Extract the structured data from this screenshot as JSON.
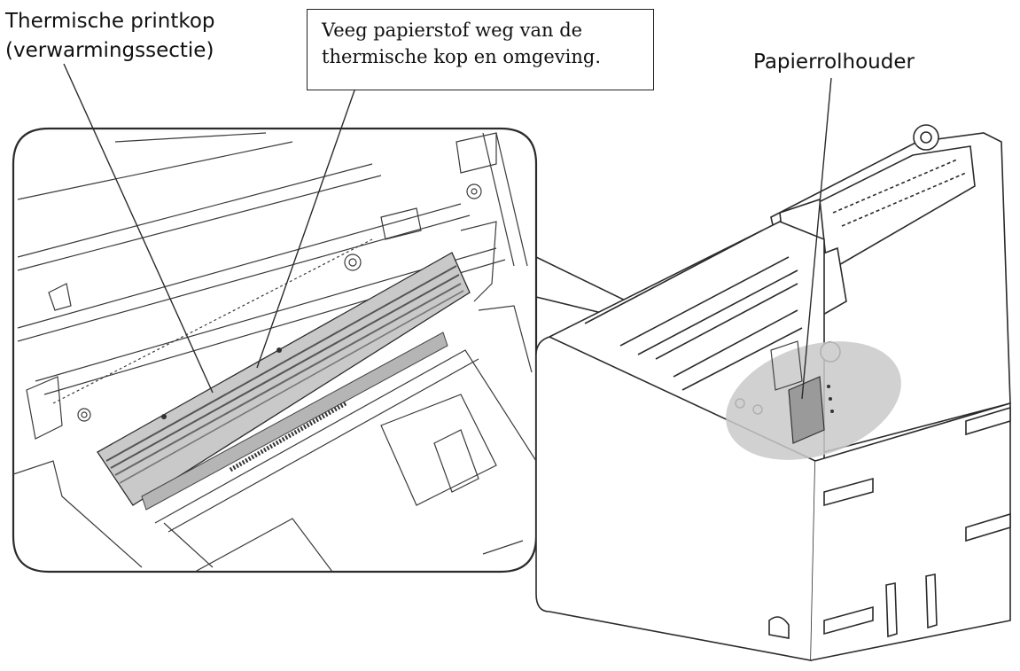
{
  "labels": {
    "printhead_line1": "Thermische printkop",
    "printhead_line2": "(verwarmingssectie)",
    "instruction_line1": "Veeg papierstof weg van de",
    "instruction_line2": "thermische kop en omgeving.",
    "paper_holder": "Papierrolhouder"
  },
  "colors": {
    "line": "#2b2b2b",
    "highlight": "#c9c9c9",
    "highlight_dark": "#8d8d8d",
    "background": "#ffffff"
  }
}
